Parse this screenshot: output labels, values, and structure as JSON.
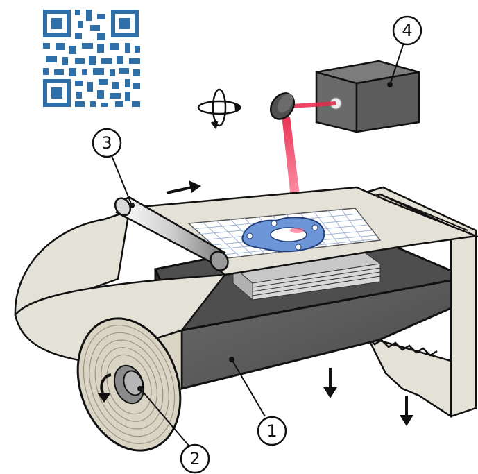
{
  "callouts": [
    {
      "label": "1"
    },
    {
      "label": "2"
    },
    {
      "label": "3"
    },
    {
      "label": "4"
    }
  ],
  "icons": {
    "qr": "qr-code-icon",
    "rotate": "rotate-3d-icon",
    "feed_arrow": "arrow-right-icon",
    "down_arrows": "arrow-down-icon",
    "spin_arrow": "curved-arrow-icon"
  },
  "colors": {
    "qr": "#2f6fa8",
    "laser": "#e8264a",
    "paper": "#e4e1d6",
    "dark_box": "#565656",
    "grid": "#9fb4d4",
    "part": "#4a78c2"
  }
}
